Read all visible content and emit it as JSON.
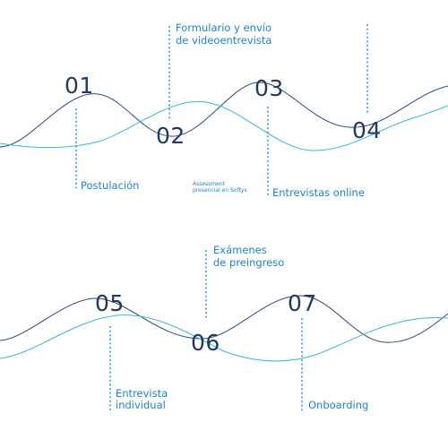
{
  "steps": [
    {
      "number": "01",
      "label_lines": [
        "Postulación"
      ]
    },
    {
      "number": "02",
      "label_lines": [
        "Formulario y envío",
        "de videoentrevista"
      ]
    },
    {
      "number": "03",
      "label_lines": [
        "Entrevistas online"
      ]
    },
    {
      "number": "04",
      "label_lines": []
    },
    {
      "number": "05",
      "label_lines": [
        "Entrevista",
        "individual"
      ]
    },
    {
      "number": "06",
      "label_lines": [
        "Exámenes",
        "de preingreso"
      ]
    },
    {
      "number": "07",
      "label_lines": [
        "Onboarding"
      ]
    }
  ],
  "notes": {
    "assessment_lines": [
      "Assessment",
      "presencial en Softys"
    ]
  },
  "colors": {
    "number": "#1f3864",
    "label": "#1e84c8",
    "dots": "#3aa0dc",
    "wave_dark": "#2c4a78",
    "wave_light": "#38b8d8"
  }
}
